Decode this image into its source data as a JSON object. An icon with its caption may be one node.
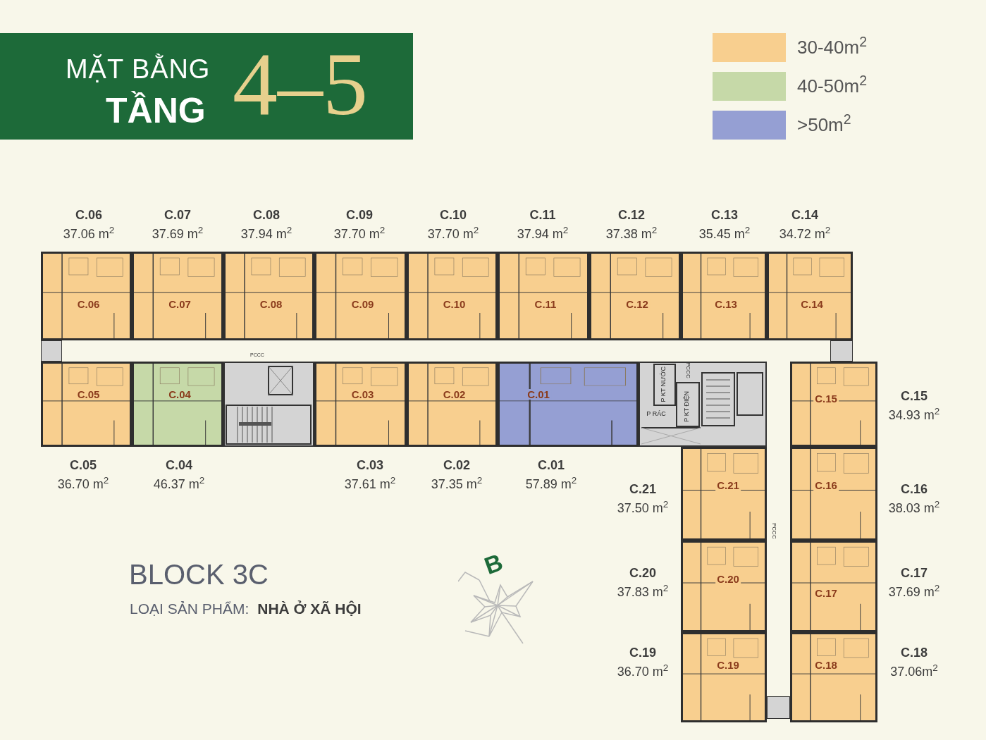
{
  "diagram": {
    "nodes": [
      {
        "text": [
          "C.06"
        ],
        "beside": [
          "C.06",
          "37.06 m$^{2}$"
        ]
      },
      {
        "text": [
          "C.07"
        ],
        "beside": [
          "C.07",
          "37.69 m$^{2}$"
        ]
      },
      {
        "text": [
          "C.08"
        ],
        "beside": [
          "C.08",
          "37.94 m$^{2}$"
        ]
      },
      {
        "text": [
          "C.09"
        ],
        "beside": [
          "C.09",
          "37.70 m$^{2}$"
        ]
      },
      {
        "text": [
          "C.10"
        ],
        "beside": [
          "C.10",
          "37.70 m$^{2}$"
        ]
      },
      {
        "text": [
          "C.11"
        ],
        "beside": [
          "C.11",
          "37.94 m$^{2}$"
        ]
      },
      {
        "text": [
          "C.12"
        ],
        "beside": [
          "C.12",
          "37.38 m$^{2}$"
        ]
      },
      {
        "text": [
          "C.13"
        ],
        "beside": [
          "C.13",
          "35.45 m$^{2}$"
        ]
      },
      {
        "text": [
          "C.14"
        ],
        "beside": [
          "C.14",
          "34.72 m$^{2}$"
        ]
      },
      {
        "text": [
          "C.05"
        ],
        "beside": [
          "C.05",
          "36.70 m$^{2}$"
        ]
      },
      {
        "text": [
          "C.04"
        ],
        "beside": [
          "C.04",
          "46.37 m$^{2}$"
        ]
      },
      {
        "text": [
          "C.03"
        ],
        "beside": [
          "C.03",
          "37.61 m$^{2}$"
        ]
      },
      {
        "text": [
          "C.02"
        ],
        "beside": [
          "C.02",
          "37.35 m$^{2}$"
        ]
      },
      {
        "text": [
          "C.01"
        ],
        "beside": [
          "C.01",
          "57.89 m$^{2}$"
        ]
      },
      {
        "text": [
          "P KT NƯỚC"
        ]
      },
      {
        "text": [
          "P RÁC"
        ]
      },
      {
        "text": [
          "P KT ĐIỆN"
        ]
      },
      {
        "text": [
          "C.15"
        ],
        "beside": [
          "C.15",
          "34.93 m$^{2}$"
        ]
      },
      {
        "text": [
          "C.21"
        ],
        "beside": [
          "C.21",
          "37.50 m$^{2}$"
        ]
      },
      {
        "text": [
          "C.16"
        ],
        "beside": [
          "C.16",
          "38.03 m$^{2}$"
        ]
      },
      {
        "text": [
          "C.20"
        ],
        "beside": [
          "C.20",
          "37.83 m$^{2}$"
        ]
      },
      {
        "text": [
          "C.17"
        ],
        "beside": [
          "C.17",
          "37.69 m$^{2}$"
        ]
      },
      {
        "text": [
          "C.19"
        ],
        "beside": [
          "C.19",
          "36.70 m$^{2}$"
        ]
      },
      {
        "text": [
          "C.18"
        ],
        "beside": [
          "C.18",
          "37.06m$^{2}$"
        ]
      }
    ],
    "labels": [
      "MẶT BẰNG",
      "TẦNG",
      "4–5",
      "PCCC",
      "PCCC",
      "PCCC",
      "BLOCK 3C",
      "LOẠI SẢN PHẨM:",
      "NHÀ Ở XÃ HỘI",
      "B"
    ],
    "legend": [
      {
        "text": "30-40m$^{2}$",
        "color": "#f8cf8f"
      },
      {
        "text": "40-50m$^{2}$",
        "color": "#c6d9a8"
      },
      {
        "text": ">50m$^{2}$",
        "color": "#959fd3"
      }
    ]
  }
}
